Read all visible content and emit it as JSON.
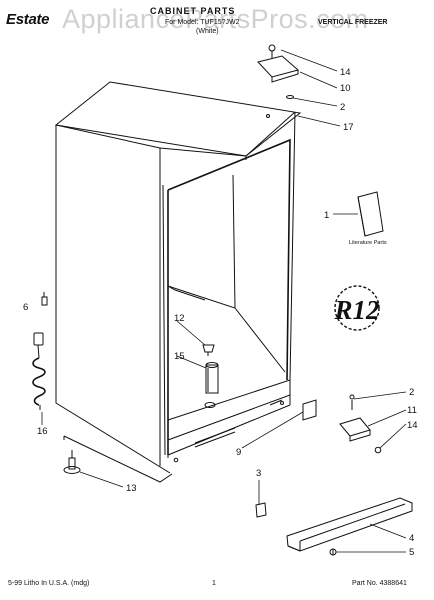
{
  "header": {
    "brand": "Estate",
    "title": "CABINET PARTS",
    "model": "For Model: TUF15?JW2",
    "variant": "(White)",
    "product": "VERTICAL FREEZER",
    "watermark": "AppliancePartsPros.com"
  },
  "literature": {
    "label": "Literature Parts"
  },
  "stamp": {
    "text": "R12"
  },
  "callouts": {
    "c14a": "14",
    "c10": "10",
    "c2a": "2",
    "c17": "17",
    "c1": "1",
    "c6": "6",
    "c12": "12",
    "c15": "15",
    "c16": "16",
    "c13": "13",
    "c9": "9",
    "c3": "3",
    "c2b": "2",
    "c11": "11",
    "c14b": "14",
    "c4": "4",
    "c5": "5"
  },
  "footer": {
    "left": "5-99 Litho In U.S.A. (mdg)",
    "page": "1",
    "right": "Part No. 4388641"
  }
}
